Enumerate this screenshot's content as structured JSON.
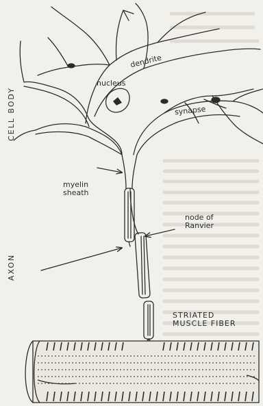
{
  "labels": {
    "dendrite": "dendrite",
    "nucleus": "nucleus",
    "synapse": "synapse",
    "cell_body": "CELL BODY",
    "myelin_sheath": "myelin\nsheath",
    "node_of_ranvier": "node of\nRanvier",
    "axon": "AXON",
    "striated_muscle_fiber": "STRIATED\nMUSCLE FIBER"
  },
  "colors": {
    "ink": "#2b2b2b",
    "paper": "#f2f0ea",
    "faded_text": "#bcb8b0"
  }
}
